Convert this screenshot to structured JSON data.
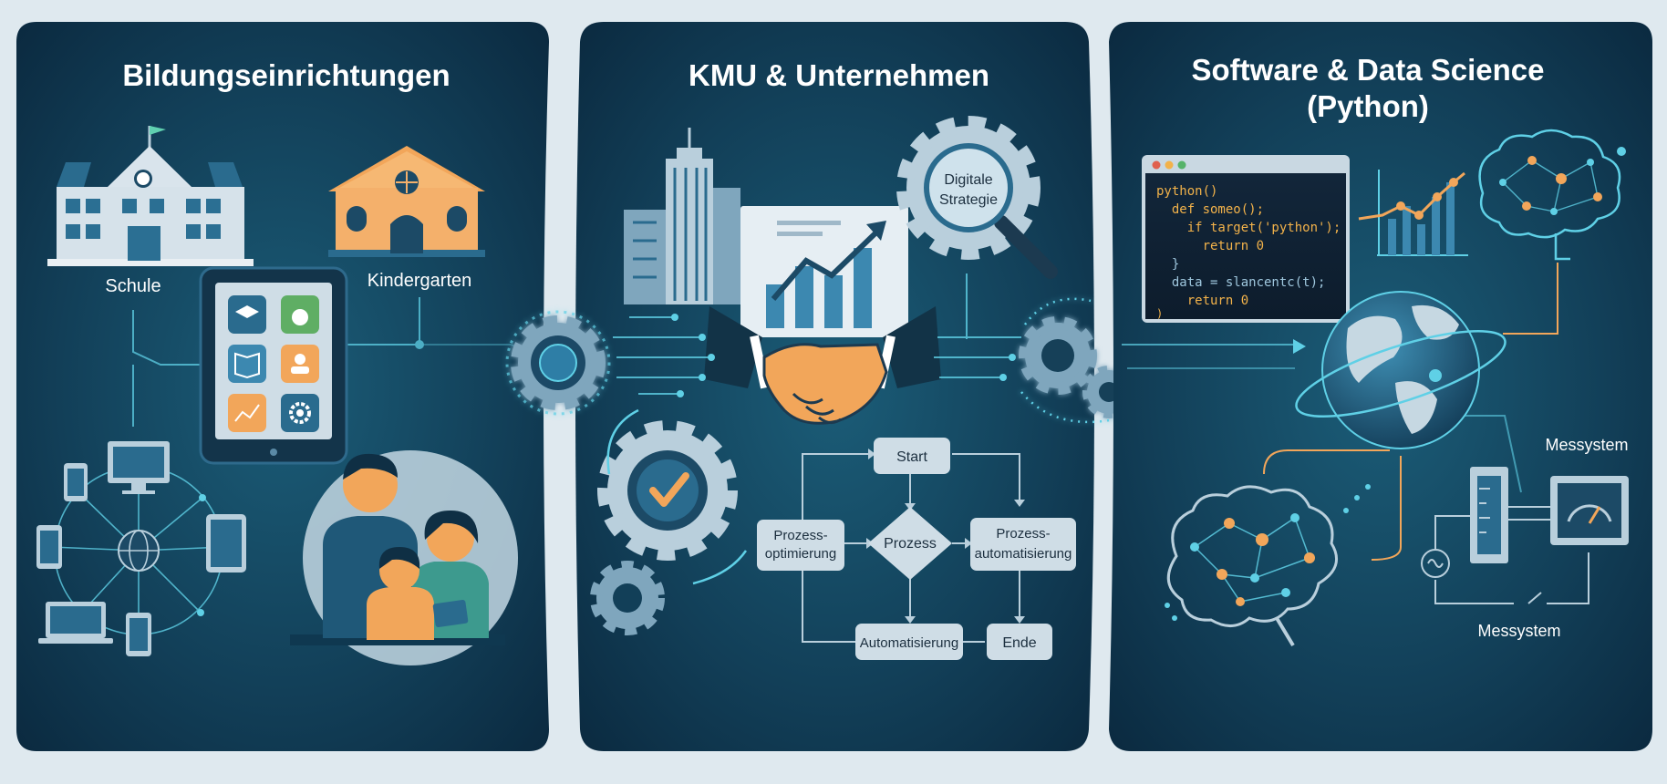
{
  "panels": [
    {
      "title": "Bildungseinrichtungen",
      "labels": {
        "school": "Schule",
        "kindergarten": "Kindergarten"
      }
    },
    {
      "title": "KMU & Unternehmen",
      "labels": {
        "strategy_line1": "Digitale",
        "strategy_line2": "Strategie",
        "flow_start": "Start",
        "flow_process": "Prozess",
        "flow_opt_line1": "Prozess-",
        "flow_opt_line2": "optimierung",
        "flow_auto_line1": "Prozess-",
        "flow_auto_line2": "automatisierung",
        "flow_automation": "Automatisierung",
        "flow_end": "Ende"
      }
    },
    {
      "title_line1": "Software & Data Science",
      "title_line2": "(Python)",
      "code_lines": [
        "python()",
        "  def someo();",
        "    if target('python');",
        "      return 0",
        "  }",
        "  data = slancentc(t);",
        "    return 0",
        ")"
      ],
      "labels": {
        "mess_top": "Messystem",
        "mess_bottom": "Messystem"
      }
    }
  ],
  "colors": {
    "panel_bg": "#0f3850",
    "accent_cyan": "#5fd0e6",
    "accent_orange": "#f2a65a",
    "icon_blue": "#3c88b0",
    "icon_light": "#b9cfdc",
    "page_bg": "#dfe9ef"
  }
}
